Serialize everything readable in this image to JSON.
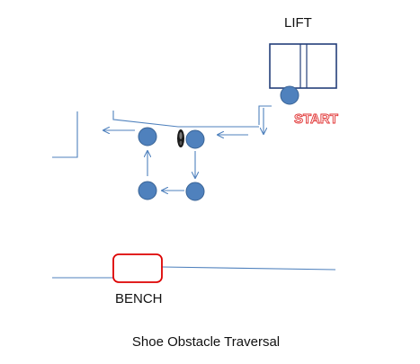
{
  "diagram": {
    "labels": {
      "lift": "LIFT",
      "start": "START",
      "bench": "BENCH"
    },
    "caption": "Shoe Obstacle Traversal",
    "colors": {
      "line": "#4f81bd",
      "node_fill": "#4f81bd",
      "node_stroke": "#3a6496",
      "lift_box": "#243f7a",
      "start_text": "#e03030",
      "bench_box": "#dd0000",
      "text": "#111111"
    },
    "icons": [
      "shoe-icon"
    ]
  }
}
